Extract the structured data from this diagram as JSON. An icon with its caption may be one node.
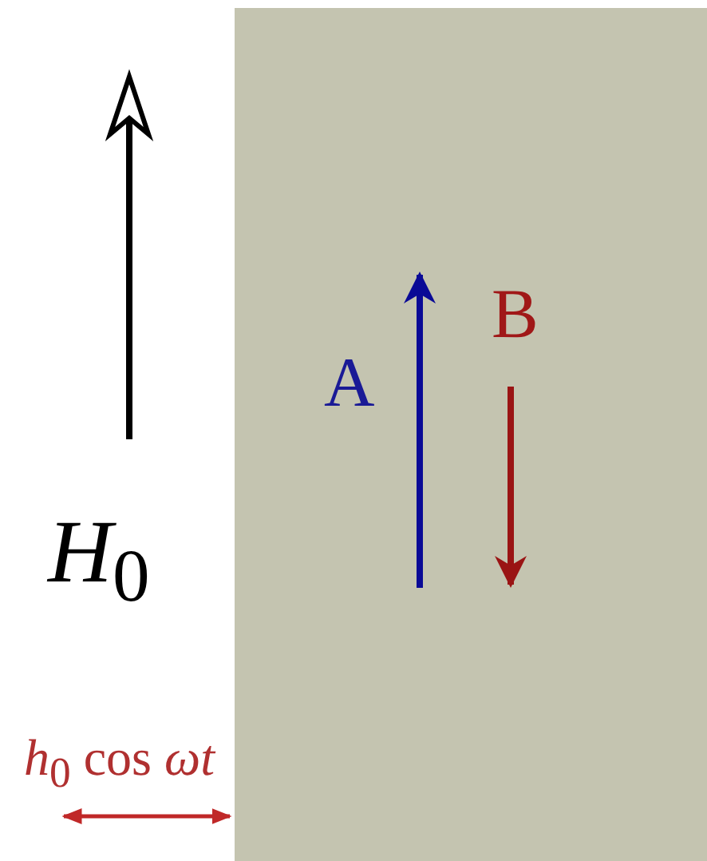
{
  "diagram": {
    "labels": [
      "*H*$_{0}$",
      "A",
      "B",
      "*h*$_{0}$ cos *ωt*"
    ]
  }
}
